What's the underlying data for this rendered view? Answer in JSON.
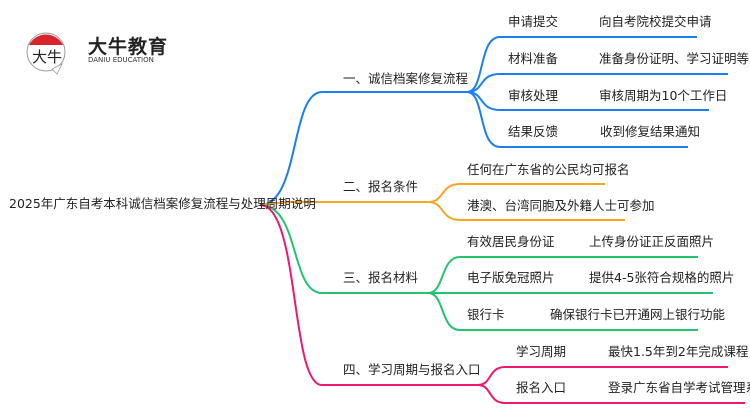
{
  "logo": {
    "name": "大牛教育",
    "subtitle": "DANIU EDUCATION",
    "mark": "大牛"
  },
  "colors": {
    "branch1": "#1a7ff0",
    "branch2": "#f5a623",
    "branch3": "#22c46e",
    "branch4": "#f0186e"
  },
  "root": "2025年广东自考本科诚信档案修复流程与处理周期说明",
  "branches": [
    {
      "label": "一、诚信档案修复流程",
      "children": [
        {
          "label": "申请提交",
          "detail": "向自考院校提交申请"
        },
        {
          "label": "材料准备",
          "detail": "准备身份证明、学习证明等"
        },
        {
          "label": "审核处理",
          "detail": "审核周期为10个工作日"
        },
        {
          "label": "结果反馈",
          "detail": "收到修复结果通知"
        }
      ]
    },
    {
      "label": "二、报名条件",
      "children": [
        {
          "label": "任何在广东省的公民均可报名"
        },
        {
          "label": "港澳、台湾同胞及外籍人士可参加"
        }
      ]
    },
    {
      "label": "三、报名材料",
      "children": [
        {
          "label": "有效居民身份证",
          "detail": "上传身份证正反面照片"
        },
        {
          "label": "电子版免冠照片",
          "detail": "提供4-5张符合规格的照片"
        },
        {
          "label": "银行卡",
          "detail": "确保银行卡已开通网上银行功能"
        }
      ]
    },
    {
      "label": "四、学习周期与报名入口",
      "children": [
        {
          "label": "学习周期",
          "detail": "最快1.5年到2年完成课程"
        },
        {
          "label": "报名入口",
          "detail": "登录广东省自学考试管理系统"
        }
      ]
    }
  ]
}
